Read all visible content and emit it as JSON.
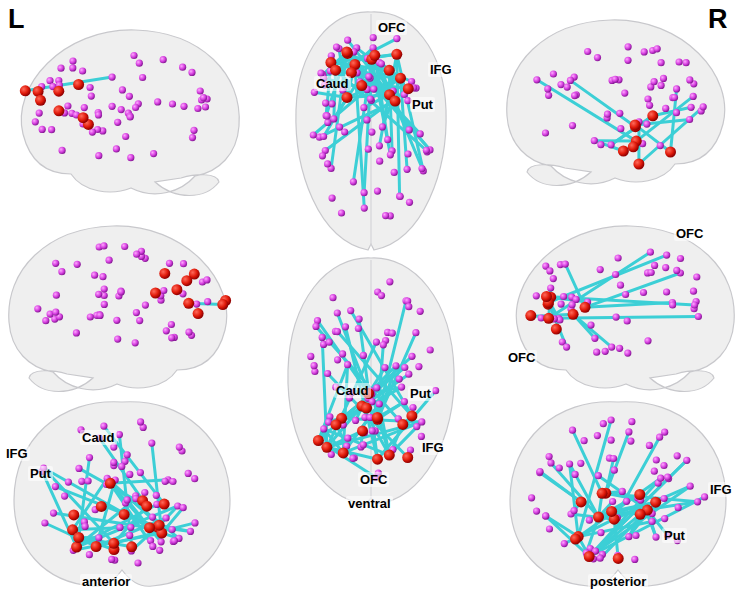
{
  "diagram": {
    "labels": [
      "L",
      "R",
      "OFC",
      "Caud",
      "IFG",
      "Put",
      "OFC",
      "OFC",
      "Caud",
      "Put",
      "IFG",
      "OFC",
      "ventral",
      "IFG",
      "Caud",
      "Put",
      "anterior",
      "IFG",
      "Put",
      "posterior"
    ]
  }
}
